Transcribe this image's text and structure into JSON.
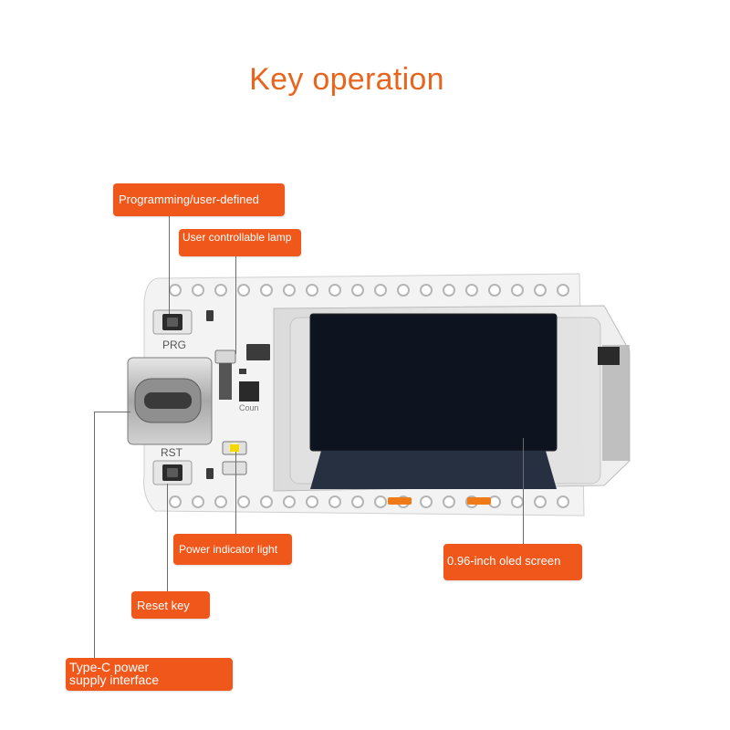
{
  "title": "Key operation",
  "board": {
    "silkscreen": {
      "prg": "PRG",
      "rst": "RST",
      "coun": "Coun"
    }
  },
  "labels": {
    "prg_key": "Programming/user-defined",
    "user_lamp": "User controllable lamp",
    "power_light": "Power indicator light",
    "oled": "0.96-inch oled screen",
    "reset_key": "Reset key",
    "typec": "Type-C power supply interface"
  },
  "colors": {
    "accent": "#f0571a",
    "title": "#e8651e",
    "board": "#f4f4f4",
    "screen": "#0d1420"
  }
}
